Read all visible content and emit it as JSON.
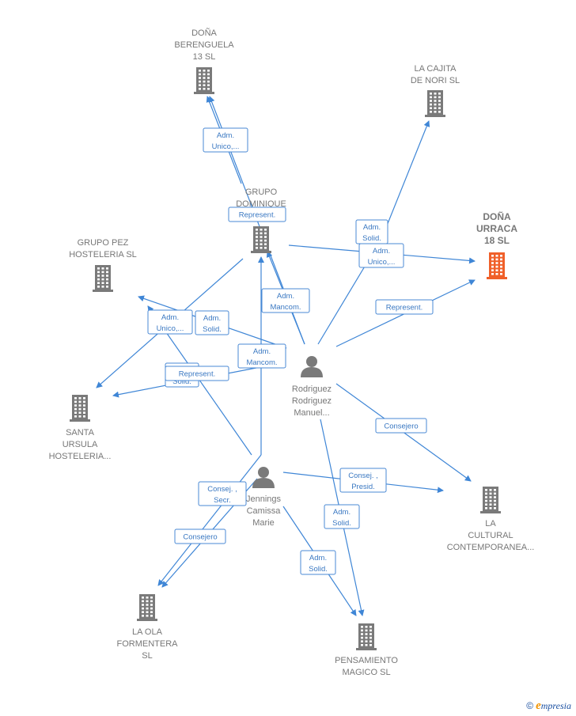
{
  "colors": {
    "edge": "#3f86d6",
    "node_default": "#7a7a7a",
    "node_highlight": "#f0602a",
    "label": "#777777"
  },
  "nodes": [
    {
      "id": "berenguela",
      "type": "company",
      "lines": [
        "DOÑA",
        "BERENGUELA",
        "13  SL"
      ],
      "highlight": false,
      "icon": "building-icon"
    },
    {
      "id": "cajita",
      "type": "company",
      "lines": [
        "LA CAJITA",
        "DE NORI SL"
      ],
      "highlight": false,
      "icon": "building-icon"
    },
    {
      "id": "dominique",
      "type": "company",
      "lines": [
        "GRUPO",
        "DOMINIQUE"
      ],
      "highlight": false,
      "icon": "building-icon"
    },
    {
      "id": "urraca",
      "type": "company",
      "lines": [
        "DOÑA",
        "URRACA",
        "18  SL"
      ],
      "highlight": true,
      "icon": "building-icon"
    },
    {
      "id": "pez",
      "type": "company",
      "lines": [
        "GRUPO PEZ",
        "HOSTELERIA SL"
      ],
      "highlight": false,
      "icon": "building-icon"
    },
    {
      "id": "santa",
      "type": "company",
      "lines": [
        "SANTA",
        "URSULA",
        "HOSTELERIA..."
      ],
      "highlight": false,
      "icon": "building-icon"
    },
    {
      "id": "rodriguez",
      "type": "person",
      "lines": [
        "Rodriguez",
        "Rodriguez",
        "Manuel..."
      ],
      "highlight": false,
      "icon": "person-icon"
    },
    {
      "id": "jennings",
      "type": "person",
      "lines": [
        "Jennings",
        "Camissa",
        "Marie"
      ],
      "highlight": false,
      "icon": "person-icon"
    },
    {
      "id": "cultural",
      "type": "company",
      "lines": [
        "LA",
        "CULTURAL",
        "CONTEMPORANEA..."
      ],
      "highlight": false,
      "icon": "building-icon"
    },
    {
      "id": "laola",
      "type": "company",
      "lines": [
        "LA OLA",
        "FORMENTERA",
        "SL"
      ],
      "highlight": false,
      "icon": "building-icon"
    },
    {
      "id": "pensamiento",
      "type": "company",
      "lines": [
        "PENSAMIENTO",
        "MAGICO  SL"
      ],
      "highlight": false,
      "icon": "building-icon"
    }
  ],
  "edge_labels": [
    {
      "id": "e1",
      "lines": [
        "Adm.",
        "Unico,..."
      ]
    },
    {
      "id": "e2",
      "lines": [
        "Represent."
      ]
    },
    {
      "id": "e3",
      "lines": [
        "Adm.",
        "Solid."
      ]
    },
    {
      "id": "e4",
      "lines": [
        "Adm.",
        "Unico,..."
      ]
    },
    {
      "id": "e5",
      "lines": [
        "Represent."
      ]
    },
    {
      "id": "e6",
      "lines": [
        "Adm.",
        "Mancom."
      ]
    },
    {
      "id": "e7",
      "lines": [
        "Adm.",
        "Unico,..."
      ]
    },
    {
      "id": "e8",
      "lines": [
        "Adm.",
        "Solid."
      ]
    },
    {
      "id": "e9",
      "lines": [
        "Adm.",
        "Mancom."
      ]
    },
    {
      "id": "e10",
      "lines": [
        "Adm.",
        "Solid."
      ]
    },
    {
      "id": "e11",
      "lines": [
        "Represent."
      ]
    },
    {
      "id": "e12",
      "lines": [
        "Consejero"
      ]
    },
    {
      "id": "e13",
      "lines": [
        "Consej. ,",
        "Presid."
      ]
    },
    {
      "id": "e14",
      "lines": [
        "Consej. ,",
        "Secr."
      ]
    },
    {
      "id": "e15",
      "lines": [
        "Adm.",
        "Solid."
      ]
    },
    {
      "id": "e16",
      "lines": [
        "Consejero"
      ]
    },
    {
      "id": "e17",
      "lines": [
        "Adm.",
        "Solid."
      ]
    }
  ],
  "brand": {
    "copyright": "©",
    "e": "e",
    "rest": "mpresia"
  }
}
